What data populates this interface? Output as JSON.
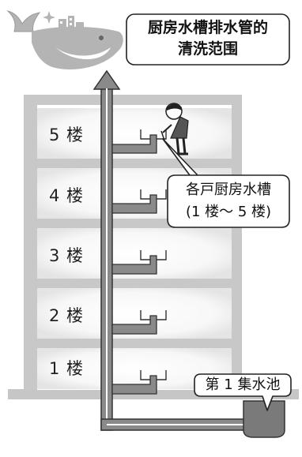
{
  "title": {
    "line1": "厨房水槽排水管的",
    "line2": "清洗范围"
  },
  "floors": [
    {
      "label": "5 楼"
    },
    {
      "label": "4 楼"
    },
    {
      "label": "3 楼"
    },
    {
      "label": "2 楼"
    },
    {
      "label": "1 楼"
    }
  ],
  "callout_units": {
    "line1": "各戸厨房水槽",
    "line2": "(1 楼～ 5 楼)"
  },
  "callout_tank": {
    "label": "第 1 集水池"
  },
  "colors": {
    "building_gray": "#c8c8c8",
    "floor_fill": "#f2f2f2",
    "pipe_gray": "#8a8a8a",
    "whale_gray": "#b4b4b4",
    "tank_gray": "#7a7a7a"
  }
}
